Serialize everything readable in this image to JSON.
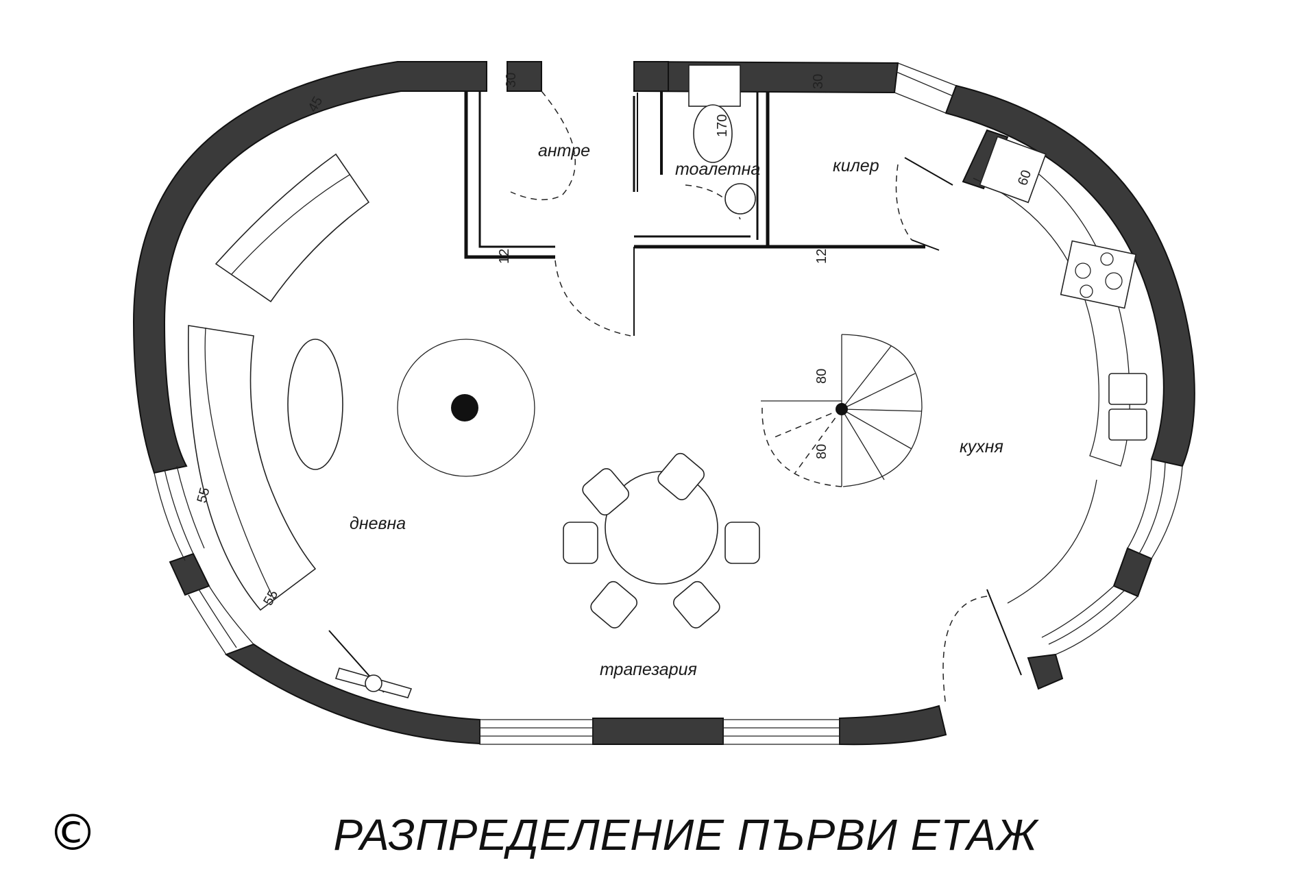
{
  "rooms": {
    "entrance": "антре",
    "toilet": "тоалетна",
    "pantry": "килер",
    "living": "дневна",
    "dining": "трапезария",
    "kitchen": "кухня"
  },
  "dimensions": {
    "wall_top_left": "30",
    "wall_top_right": "30",
    "wall_arc": "45",
    "wc_label": "170",
    "partition_left": "12",
    "partition_right": "12",
    "stair_top": "80",
    "stair_bottom": "80",
    "sofa_a": "55",
    "sofa_b": "55",
    "fridge": "60"
  },
  "title": "РАЗПРЕДЕЛЕНИЕ ПЪРВИ ЕТАЖ",
  "copyright": "©"
}
